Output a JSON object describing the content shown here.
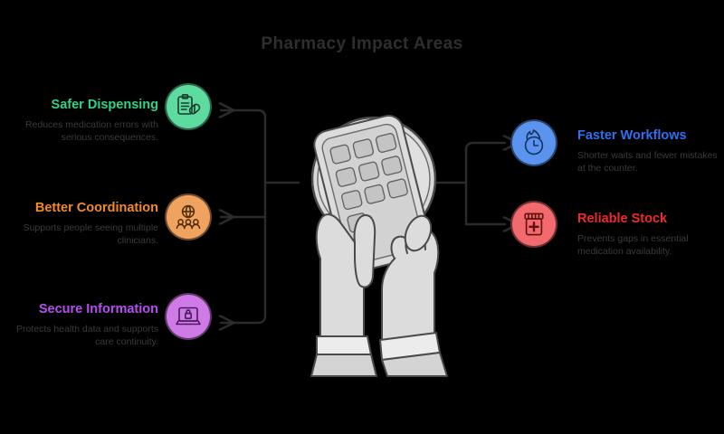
{
  "title": "Pharmacy Impact Areas",
  "colors": {
    "background": "#000000",
    "title_text": "#2e2e2e",
    "description_text": "#3a3a3a",
    "connector_line": "#2b2b2b",
    "illustration_fill": "#d4d4d4",
    "illustration_stroke": "#4a4a4a"
  },
  "nodes": [
    {
      "id": "safer-dispensing",
      "side": "left",
      "heading": "Safer Dispensing",
      "description": "Reduces medication errors with serious consequences.",
      "heading_color": "#2fd28a",
      "badge_color": "#5ddba0",
      "icon": "clipboard-pill-icon"
    },
    {
      "id": "better-coordination",
      "side": "left",
      "heading": "Better Coordination",
      "description": "Supports people seeing multiple clinicians.",
      "heading_color": "#ef8b2c",
      "badge_color": "#f0a35e",
      "icon": "globe-people-icon"
    },
    {
      "id": "secure-information",
      "side": "left",
      "heading": "Secure Information",
      "description": "Protects health data and supports care continuity.",
      "heading_color": "#b64ff0",
      "badge_color": "#d07ae8",
      "icon": "laptop-lock-icon"
    },
    {
      "id": "faster-workflows",
      "side": "right",
      "heading": "Faster Workflows",
      "description": "Shorter waits and fewer mistakes at the counter.",
      "heading_color": "#2f6ff0",
      "badge_color": "#5b94ee",
      "icon": "clock-fire-icon"
    },
    {
      "id": "reliable-stock",
      "side": "right",
      "heading": "Reliable Stock",
      "description": "Prevents gaps in essential medication availability.",
      "heading_color": "#ee2a2a",
      "badge_color": "#f2696e",
      "icon": "medicine-bottle-icon"
    }
  ],
  "center": {
    "illustration": "hands-holding-device-illustration"
  }
}
